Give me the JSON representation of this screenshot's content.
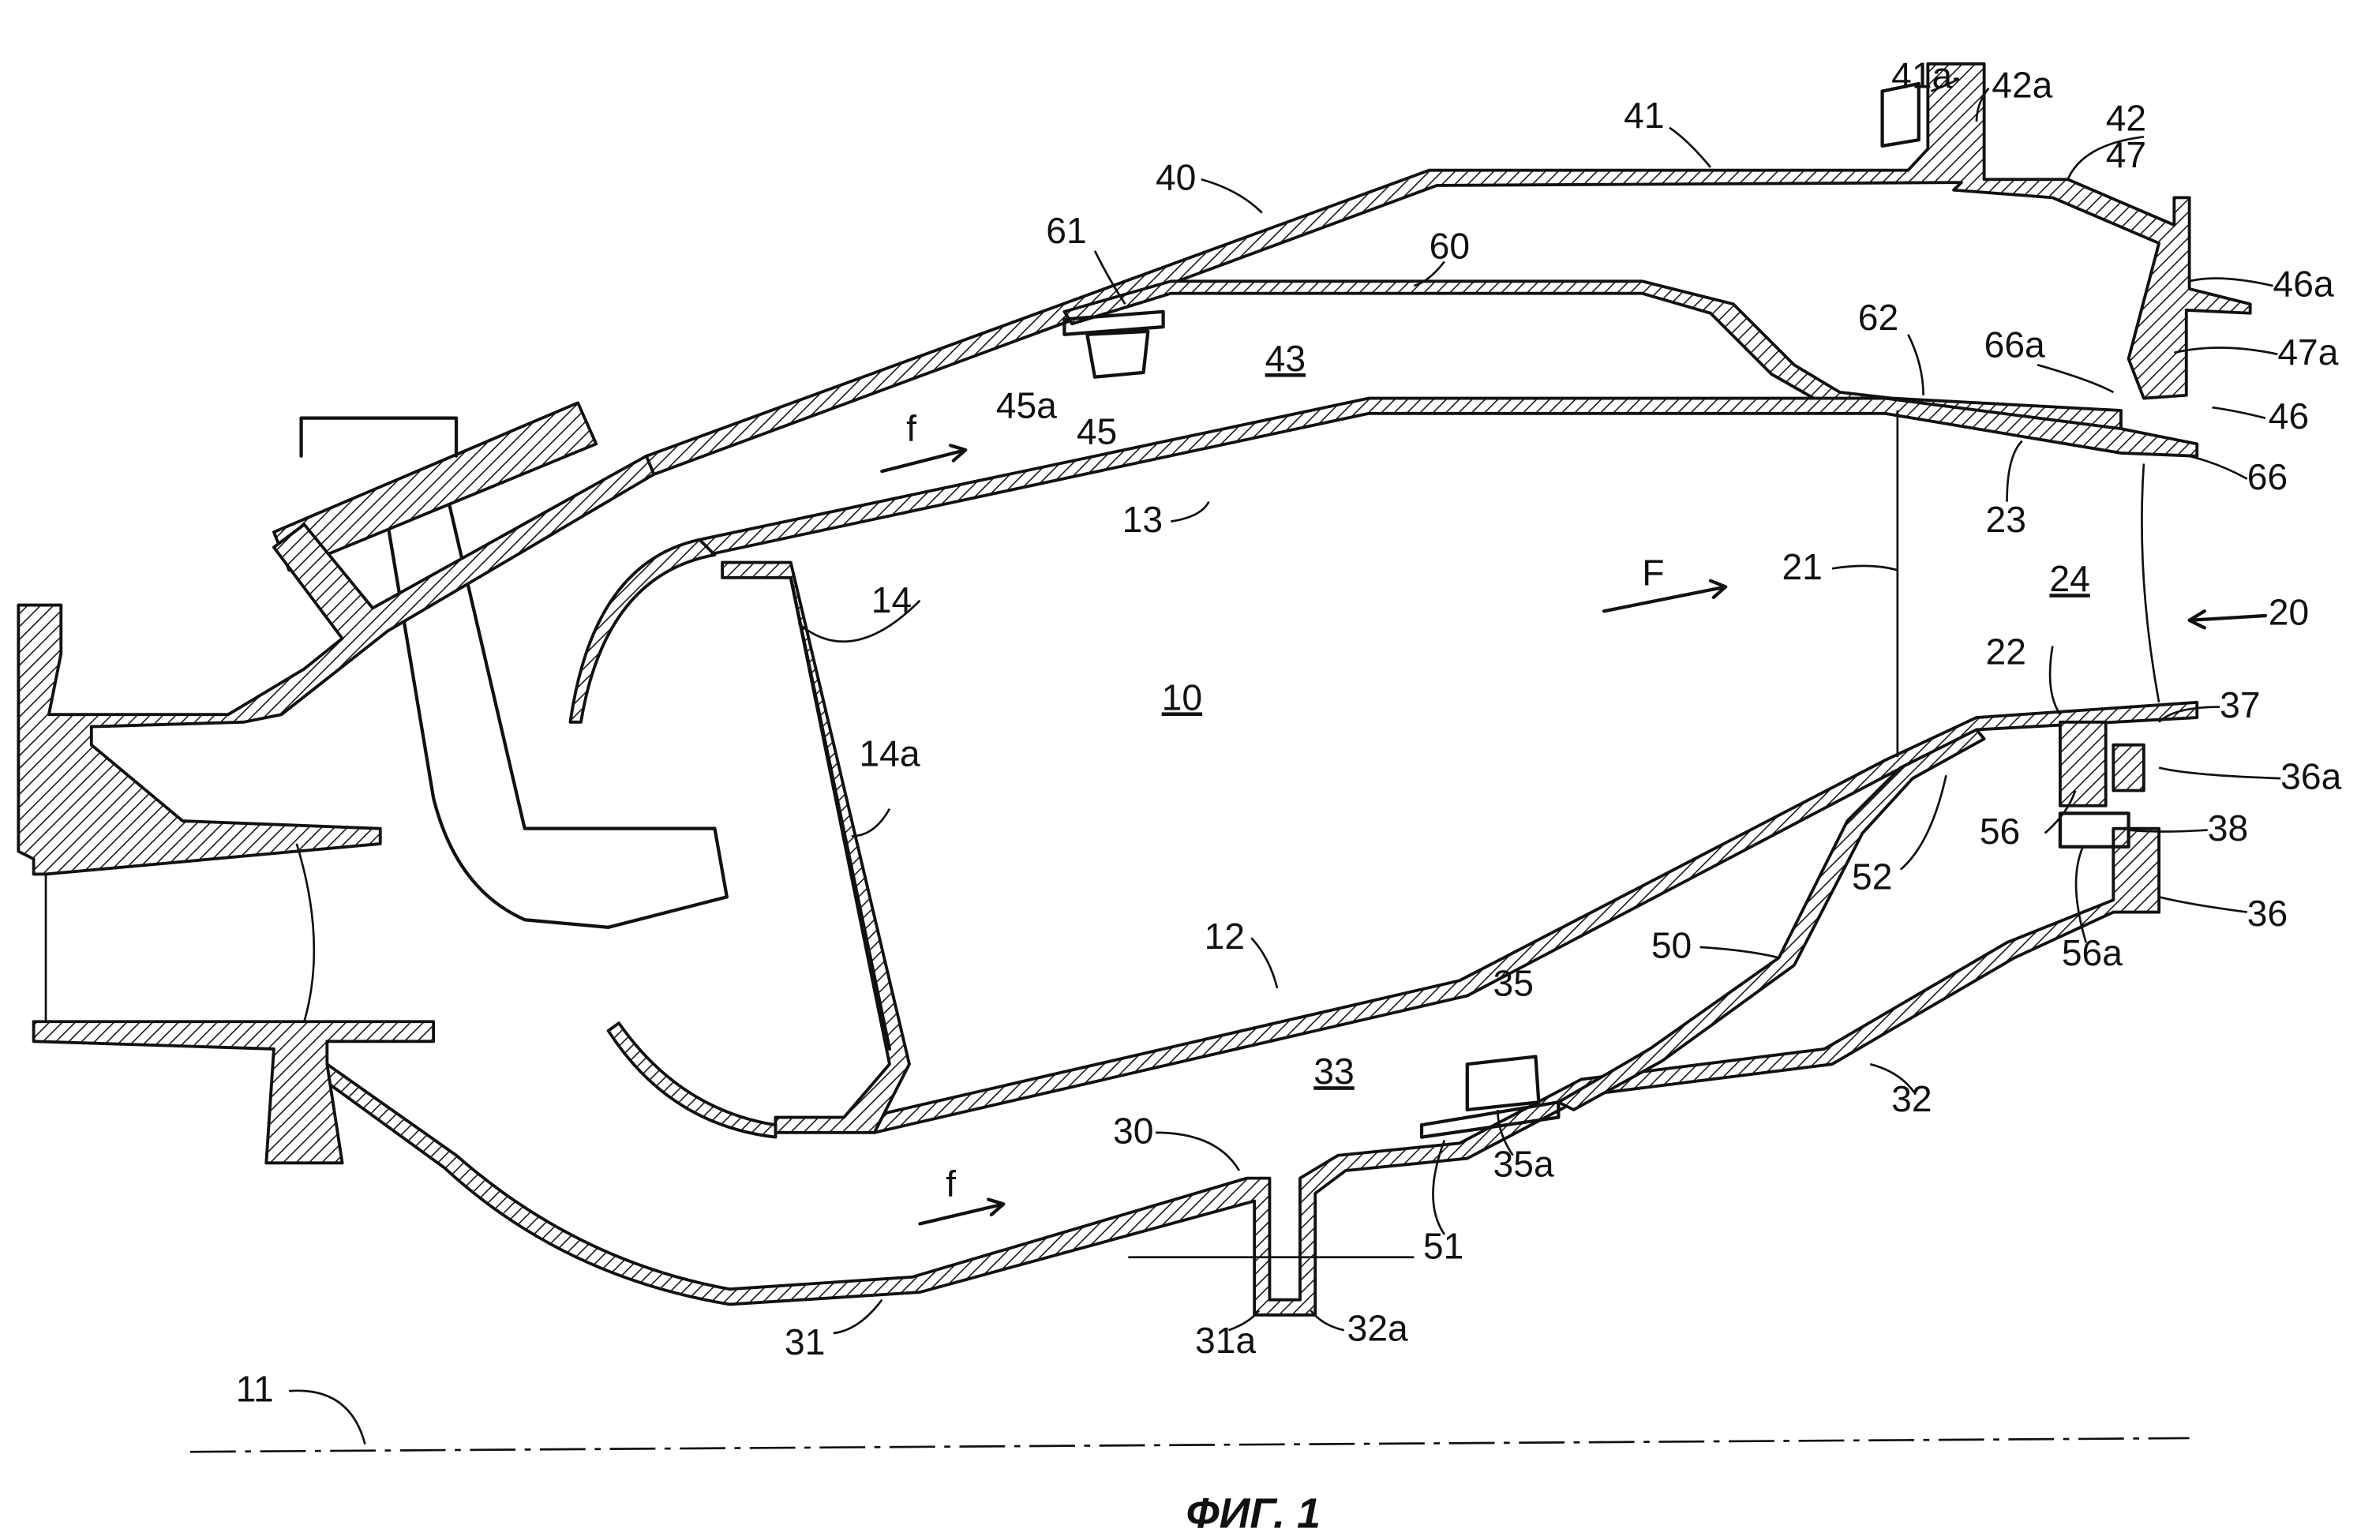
{
  "figure": {
    "caption": "ФИГ. 1",
    "labels": {
      "l41a": "41a",
      "l42a": "42a",
      "l41": "41",
      "l42": "42",
      "l47": "47",
      "l40": "40",
      "l61": "61",
      "l60": "60",
      "l46a": "46a",
      "l62": "62",
      "l66a": "66a",
      "l47a": "47a",
      "l43": "43",
      "l45a": "45a",
      "l45": "45",
      "l46": "46",
      "lf1": "f",
      "l66": "66",
      "l13": "13",
      "l23": "23",
      "l21": "21",
      "l24": "24",
      "lF": "F",
      "l20": "20",
      "l14": "14",
      "l22": "22",
      "l37": "37",
      "l10": "10",
      "l36a": "36a",
      "l14a": "14a",
      "l56": "56",
      "l38": "38",
      "l52": "52",
      "l36": "36",
      "l50": "50",
      "l56a": "56a",
      "l12": "12",
      "l35": "35",
      "l33": "33",
      "l32": "32",
      "l30": "30",
      "l35a": "35a",
      "lf2": "f",
      "l51": "51",
      "l31a": "31a",
      "l32a": "32a",
      "l31": "31",
      "l11": "11"
    }
  }
}
